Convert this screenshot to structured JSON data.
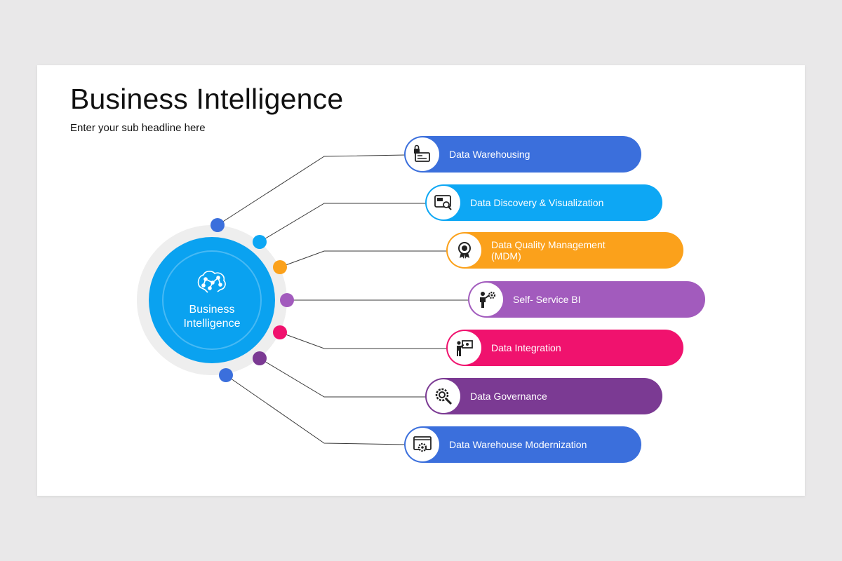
{
  "slide": {
    "title": "Business Intelligence",
    "subtitle": "Enter your sub headline here"
  },
  "hub": {
    "label": "Business\nIntelligence",
    "icon": "brain-network-icon",
    "color": "#0aa2f0"
  },
  "items": [
    {
      "label": "Data Warehousing",
      "color": "#3b6fdc",
      "icon": "lock-card-icon"
    },
    {
      "label": "Data Discovery & Visualization",
      "color": "#0da7f4",
      "icon": "screen-magnify-icon"
    },
    {
      "label": "Data Quality Management\n(MDM)",
      "color": "#fba11b",
      "icon": "award-badge-icon"
    },
    {
      "label": "Self- Service BI",
      "color": "#a25bbd",
      "icon": "person-gear-icon"
    },
    {
      "label": "Data Integration",
      "color": "#f0126e",
      "icon": "presenter-board-icon"
    },
    {
      "label": "Data Governance",
      "color": "#7b3a93",
      "icon": "gear-magnify-icon"
    },
    {
      "label": "Data Warehouse Modernization",
      "color": "#3b6fdc",
      "icon": "browser-gear-icon"
    }
  ]
}
